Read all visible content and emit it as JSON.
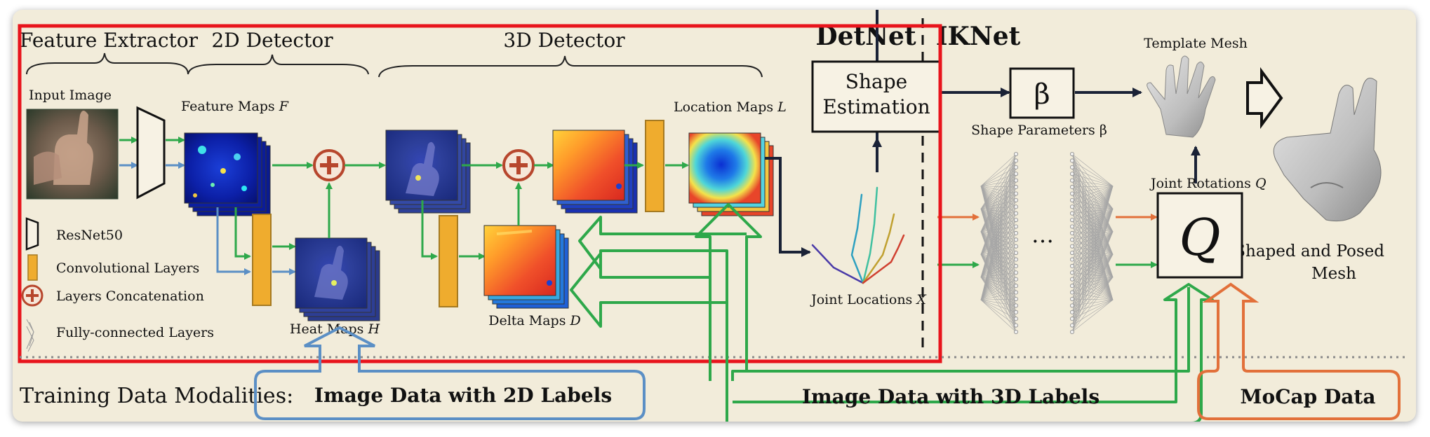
{
  "sections": {
    "feature_extractor": "Feature Extractor",
    "detector_2d": "2D Detector",
    "detector_3d": "3D Detector",
    "detnet": "DetNet",
    "iknet": "IKNet"
  },
  "labels": {
    "input_image": "Input Image",
    "feature_maps": "Feature Maps",
    "feature_maps_sym": "F",
    "heat_maps": "Heat Maps",
    "heat_maps_sym": "H",
    "delta_maps": "Delta Maps",
    "delta_maps_sym": "D",
    "location_maps": "Location Maps",
    "location_maps_sym": "L",
    "shape_estimation_1": "Shape",
    "shape_estimation_2": "Estimation",
    "beta_symbol": "β",
    "shape_parameters": "Shape Parameters β",
    "template_mesh": "Template Mesh",
    "joint_rotations": "Joint Rotations",
    "joint_rotations_sym": "Q",
    "q_symbol": "Q",
    "joint_locations": "Joint Locations",
    "joint_locations_sym": "X",
    "shaped_posed_1": "Shaped and Posed",
    "shaped_posed_2": "Mesh",
    "ellipsis": "…"
  },
  "legend": {
    "resnet": "ResNet50",
    "conv": "Convolutional Layers",
    "concat": "Layers Concatenation",
    "fc": "Fully-connected Layers"
  },
  "training": {
    "title": "Training Data Modalities:",
    "data_2d": "Image Data with 2D Labels",
    "data_3d": "Image Data with 3D Labels",
    "mocap": "MoCap Data"
  },
  "colors": {
    "green": "#2ea84a",
    "blue": "#5b8fc5",
    "orange": "#e2703a",
    "red_box": "#e8141c",
    "conv": "#efac2e",
    "concat": "#b7462d",
    "background": "#f2ecda"
  }
}
